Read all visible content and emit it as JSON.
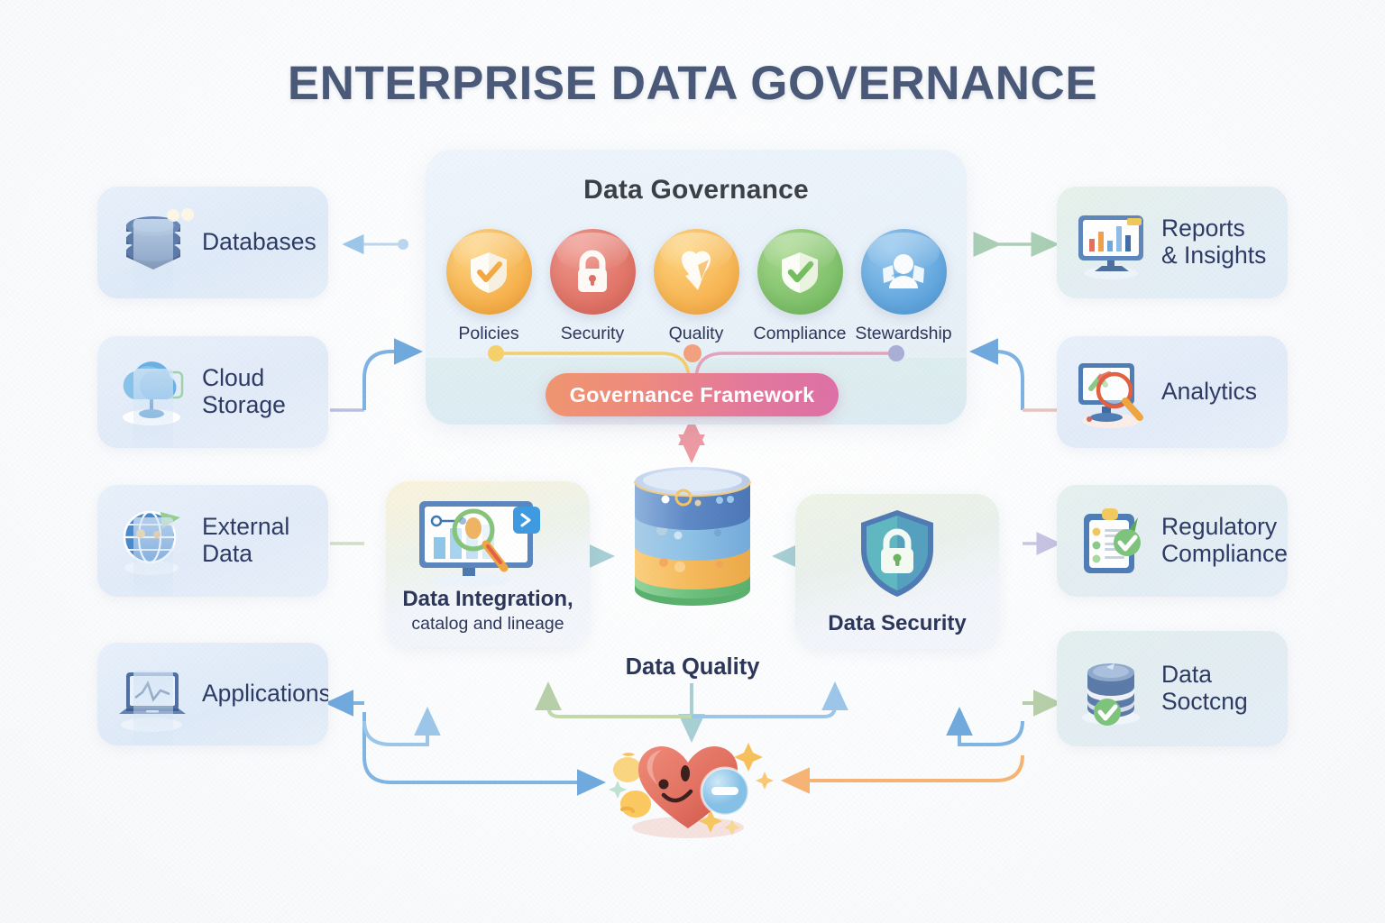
{
  "title": "ENTERPRISE DATA GOVERNANCE",
  "colors": {
    "title": "#4a5878",
    "text_dark": "#2b3558",
    "panel_bg": "#eef5fc",
    "pill_from": "#f0956e",
    "pill_to": "#dd6fa6",
    "accent_blue": "#5ea4dd",
    "accent_orange": "#f4a95f",
    "accent_green": "#9ec98c"
  },
  "governance_panel": {
    "heading": "Data Governance",
    "framework_pill": "Governance Framework",
    "pillars": [
      {
        "label": "Policies",
        "icon": "shield-check-icon",
        "color": "#f6ae46"
      },
      {
        "label": "Security",
        "icon": "lock-icon",
        "color": "#df6f62"
      },
      {
        "label": "Quality",
        "icon": "shield-heart-icon",
        "color": "#f7b14c"
      },
      {
        "label": "Compliance",
        "icon": "shield-check-icon",
        "color": "#7bbf66"
      },
      {
        "label": "Stewardship",
        "icon": "people-icon",
        "color": "#5ea4dd"
      }
    ],
    "connector_dots": [
      {
        "name": "dot-left",
        "color": "#f7d06a"
      },
      {
        "name": "dot-center",
        "color": "#f3a07c"
      },
      {
        "name": "dot-right",
        "color": "#a8aed6"
      }
    ]
  },
  "left_sources": [
    {
      "label": "Databases",
      "icon": "database-stack-icon",
      "arrow": "arrow-left",
      "arrow_color": "#bcd6ee"
    },
    {
      "label": "Cloud\nStorage",
      "icon": "cloud-icon",
      "arrow": "line-purple",
      "arrow_color": "#b9bfe0"
    },
    {
      "label": "External\nData",
      "icon": "globe-flag-icon",
      "arrow": "line-green",
      "arrow_color": "#cfdcc2"
    },
    {
      "label": "Applications",
      "icon": "laptop-chart-icon",
      "arrow": "arrow-left",
      "arrow_color": "#7fb3e0"
    }
  ],
  "right_outputs": [
    {
      "label": "Reports\n& Insights",
      "icon": "monitor-bars-icon",
      "arrow": "arrow-double",
      "arrow_color": "#a9cfb4"
    },
    {
      "label": "Analytics",
      "icon": "monitor-magnifier-icon",
      "arrow": "arrow-left",
      "arrow_color": "#7fb3e0"
    },
    {
      "label": "Regulatory\nCompliance",
      "icon": "clipboard-check-icon",
      "arrow": "arrow-right",
      "arrow_color": "#c9c6e4"
    },
    {
      "label": "Data\nSoctcng",
      "icon": "database-check-icon",
      "arrow": "arrow-left",
      "arrow_color": "#7fb3e0"
    }
  ],
  "mid_row": {
    "integration": {
      "title": "Data Integration,",
      "subtitle": "catalog and lineage",
      "icon": "monitor-magnifier-icon"
    },
    "data_quality_label": "Data Quality",
    "cylinder_icon": "data-cylinder-icon",
    "security": {
      "title": "Data Security",
      "icon": "shield-lock-icon"
    }
  },
  "bottom": {
    "icon": "happy-heart-icon",
    "badge_icon": "minus-circle-icon",
    "sparkles": "sparkle-icon"
  }
}
